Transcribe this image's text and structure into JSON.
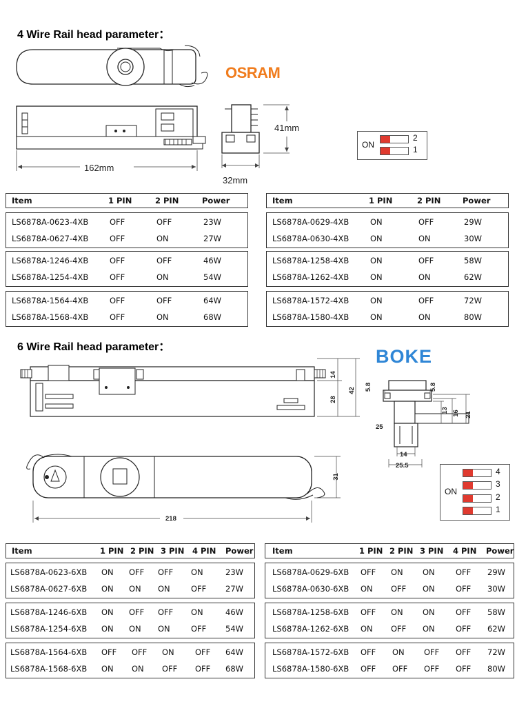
{
  "section4": {
    "title": "4 Wire Rail head parameter：",
    "brand": "OSRAM",
    "dims": {
      "length": "162mm",
      "width": "32mm",
      "height": "41mm"
    },
    "dip": {
      "on_label": "ON",
      "pins": [
        "2",
        "1"
      ]
    },
    "left_table": {
      "headers": [
        "Item",
        "1 PIN",
        "2 PIN",
        "Power"
      ],
      "groups": [
        [
          [
            "LS6878A-0623-4XB",
            "OFF",
            "OFF",
            "23W"
          ],
          [
            "LS6878A-0627-4XB",
            "OFF",
            "ON",
            "27W"
          ]
        ],
        [
          [
            "LS6878A-1246-4XB",
            "OFF",
            "OFF",
            "46W"
          ],
          [
            "LS6878A-1254-4XB",
            "OFF",
            "ON",
            "54W"
          ]
        ],
        [
          [
            "LS6878A-1564-4XB",
            "OFF",
            "OFF",
            "64W"
          ],
          [
            "LS6878A-1568-4XB",
            "OFF",
            "ON",
            "68W"
          ]
        ]
      ]
    },
    "right_table": {
      "headers": [
        "Item",
        "1 PIN",
        "2 PIN",
        "Power"
      ],
      "groups": [
        [
          [
            "LS6878A-0629-4XB",
            "ON",
            "OFF",
            "29W"
          ],
          [
            "LS6878A-0630-4XB",
            "ON",
            "ON",
            "30W"
          ]
        ],
        [
          [
            "LS6878A-1258-4XB",
            "ON",
            "OFF",
            "58W"
          ],
          [
            "LS6878A-1262-4XB",
            "ON",
            "ON",
            "62W"
          ]
        ],
        [
          [
            "LS6878A-1572-4XB",
            "ON",
            "OFF",
            "72W"
          ],
          [
            "LS6878A-1580-4XB",
            "ON",
            "ON",
            "80W"
          ]
        ]
      ]
    }
  },
  "section6": {
    "title": "6 Wire Rail head parameter：",
    "brand": "BOKE",
    "dims": {
      "side_h1": "14",
      "side_h2": "28",
      "side_total": "42",
      "top_w": "31",
      "top_len": "218",
      "end_5_8_l": "5.8",
      "end_5_8_r": "5.8",
      "end_13": "13",
      "end_16": "16",
      "end_21": "21",
      "end_25": "25",
      "end_14": "14",
      "end_25_5": "25.5"
    },
    "dip": {
      "on_label": "ON",
      "pins": [
        "4",
        "3",
        "2",
        "1"
      ]
    },
    "left_table": {
      "headers": [
        "Item",
        "1 PIN",
        "2 PIN",
        "3 PIN",
        "4 PIN",
        "Power"
      ],
      "groups": [
        [
          [
            "LS6878A-0623-6XB",
            "ON",
            "OFF",
            "OFF",
            "ON",
            "23W"
          ],
          [
            "LS6878A-0627-6XB",
            "ON",
            "ON",
            "ON",
            "OFF",
            "27W"
          ]
        ],
        [
          [
            "LS6878A-1246-6XB",
            "ON",
            "OFF",
            "OFF",
            "ON",
            "46W"
          ],
          [
            "LS6878A-1254-6XB",
            "ON",
            "ON",
            "ON",
            "OFF",
            "54W"
          ]
        ],
        [
          [
            "LS6878A-1564-6XB",
            "OFF",
            "OFF",
            "ON",
            "OFF",
            "64W"
          ],
          [
            "LS6878A-1568-6XB",
            "ON",
            "ON",
            "OFF",
            "OFF",
            "68W"
          ]
        ]
      ]
    },
    "right_table": {
      "headers": [
        "Item",
        "1 PIN",
        "2 PIN",
        "3 PIN",
        "4 PIN",
        "Power"
      ],
      "groups": [
        [
          [
            "LS6878A-0629-6XB",
            "OFF",
            "ON",
            "ON",
            "OFF",
            "29W"
          ],
          [
            "LS6878A-0630-6XB",
            "ON",
            "OFF",
            "ON",
            "OFF",
            "30W"
          ]
        ],
        [
          [
            "LS6878A-1258-6XB",
            "OFF",
            "ON",
            "ON",
            "OFF",
            "58W"
          ],
          [
            "LS6878A-1262-6XB",
            "ON",
            "OFF",
            "ON",
            "OFF",
            "62W"
          ]
        ],
        [
          [
            "LS6878A-1572-6XB",
            "OFF",
            "ON",
            "OFF",
            "OFF",
            "72W"
          ],
          [
            "LS6878A-1580-6XB",
            "OFF",
            "OFF",
            "OFF",
            "OFF",
            "80W"
          ]
        ]
      ]
    }
  },
  "colors": {
    "dip_knob": "#e03a2f",
    "osram": "#f07c1d",
    "boke": "#2f86d6"
  }
}
